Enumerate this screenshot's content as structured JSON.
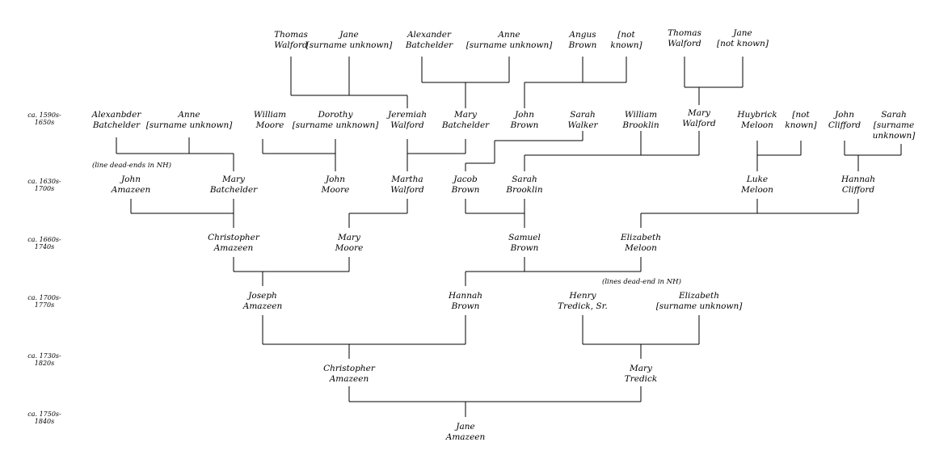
{
  "eras": [
    "ca. 1590s-1650s",
    "ca. 1630s-1700s",
    "ca. 1660s-1740s",
    "ca. 1700s-1770s",
    "ca. 1730s-1820s",
    "ca. 1750s-1840s"
  ],
  "notes": {
    "batchelder_dead_end": "(line dead-ends in NH)",
    "meloon_dead_end": "(lines dead-end in NH)"
  },
  "people": {
    "thomas_walford_1": {
      "l1": "Thomas",
      "l2": "Walford"
    },
    "jane_surname_unknown_1": {
      "l1": "Jane",
      "l2": "[surname unknown]"
    },
    "alexander_batchelder_1": {
      "l1": "Alexander",
      "l2": "Batchelder"
    },
    "anne_surname_unknown_1": {
      "l1": "Anne",
      "l2": "[surname unknown]"
    },
    "angus_brown": {
      "l1": "Angus",
      "l2": "Brown"
    },
    "not_known_1": {
      "l1": "[not",
      "l2": "known]"
    },
    "thomas_walford_2": {
      "l1": "Thomas",
      "l2": "Walford"
    },
    "jane_not_known": {
      "l1": "Jane",
      "l2": "[not known]"
    },
    "alexanbder_batchelder": {
      "l1": "Alexanbder",
      "l2": "Batchelder"
    },
    "anne_surname_unknown_2": {
      "l1": "Anne",
      "l2": "[surname unknown]"
    },
    "william_moore": {
      "l1": "William",
      "l2": "Moore"
    },
    "dorothy_surname_unknown": {
      "l1": "Dorothy",
      "l2": "[surname unknown]"
    },
    "jeremiah_walford": {
      "l1": "Jeremiah",
      "l2": "Walford"
    },
    "mary_batchelder_1": {
      "l1": "Mary",
      "l2": "Batchelder"
    },
    "john_brown": {
      "l1": "John",
      "l2": "Brown"
    },
    "sarah_walker": {
      "l1": "Sarah",
      "l2": "Walker"
    },
    "william_brooklin": {
      "l1": "William",
      "l2": "Brooklin"
    },
    "mary_walford": {
      "l1": "Mary",
      "l2": "Walford"
    },
    "huybrick_meloon": {
      "l1": "Huybrick",
      "l2": "Meloon"
    },
    "not_known_2": {
      "l1": "[not",
      "l2": "known]"
    },
    "john_clifford": {
      "l1": "John",
      "l2": "Clifford"
    },
    "sarah_surname_unknown": {
      "l1": "Sarah",
      "l2": "[surname",
      "l3": "unknown]"
    },
    "john_amazeen": {
      "l1": "John",
      "l2": "Amazeen"
    },
    "mary_batchelder_2": {
      "l1": "Mary",
      "l2": "Batchelder"
    },
    "john_moore": {
      "l1": "John",
      "l2": "Moore"
    },
    "martha_walford": {
      "l1": "Martha",
      "l2": "Walford"
    },
    "jacob_brown": {
      "l1": "Jacob",
      "l2": "Brown"
    },
    "sarah_brooklin": {
      "l1": "Sarah",
      "l2": "Brooklin"
    },
    "luke_meloon": {
      "l1": "Luke",
      "l2": "Meloon"
    },
    "hannah_clifford": {
      "l1": "Hannah",
      "l2": "Clifford"
    },
    "christopher_amazeen_1": {
      "l1": "Christopher",
      "l2": "Amazeen"
    },
    "mary_moore": {
      "l1": "Mary",
      "l2": "Moore"
    },
    "samuel_brown": {
      "l1": "Samuel",
      "l2": "Brown"
    },
    "elizabeth_meloon": {
      "l1": "Elizabeth",
      "l2": "Meloon"
    },
    "joseph_amazeen": {
      "l1": "Joseph",
      "l2": "Amazeen"
    },
    "hannah_brown": {
      "l1": "Hannah",
      "l2": "Brown"
    },
    "henry_tredick_sr": {
      "l1": "Henry",
      "l2": "Tredick, Sr."
    },
    "elizabeth_surname_unknown": {
      "l1": "Elizabeth",
      "l2": "[surname unknown]"
    },
    "christopher_amazeen_2": {
      "l1": "Christopher",
      "l2": "Amazeen"
    },
    "mary_tredick": {
      "l1": "Mary",
      "l2": "Tredick"
    },
    "jane_amazeen": {
      "l1": "Jane",
      "l2": "Amazeen"
    }
  }
}
